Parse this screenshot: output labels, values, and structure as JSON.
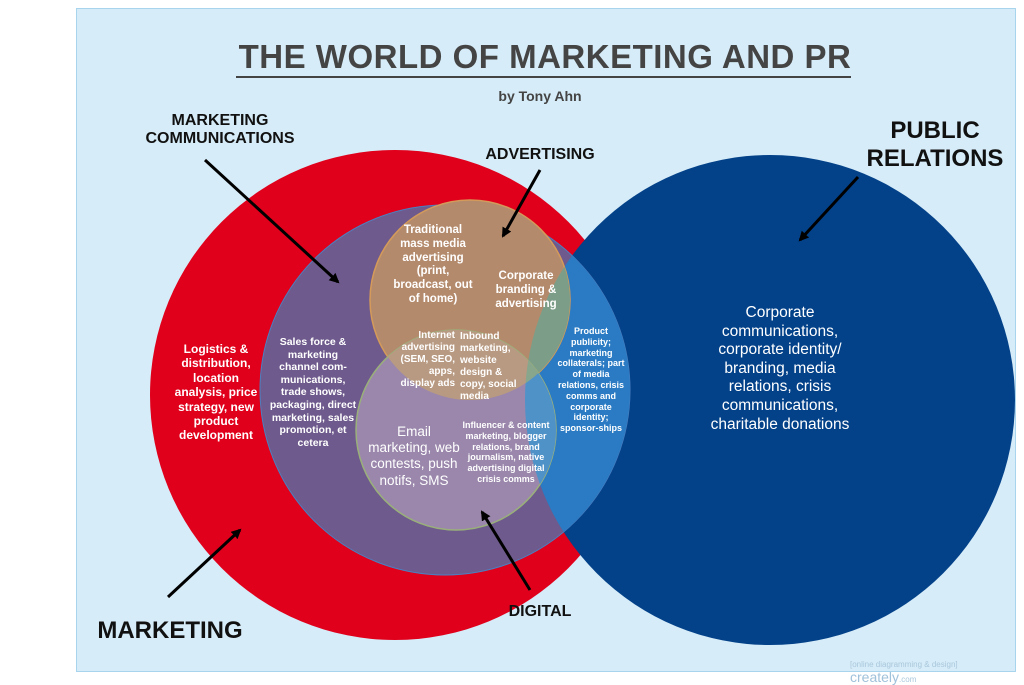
{
  "title": "THE WORLD OF MARKETING AND PR",
  "byline": "by Tony Ahn",
  "labels": {
    "marketing_communications": "MARKETING\nCOMMUNICATIONS",
    "advertising": "ADVERTISING",
    "public_relations": "PUBLIC\nRELATIONS",
    "marketing": "MARKETING",
    "digital": "DIGITAL"
  },
  "regions": {
    "marketing": "Logistics & distribution, location analysis, price strategy, new product development",
    "public_relations": "Corporate communications, corporate identity/ branding, media relations, crisis communications, charitable donations",
    "marketing_communications": "Sales force & marketing channel com-munications, trade shows, packaging, direct marketing, sales promotion, et cetera",
    "traditional_advertising": "Traditional mass media advertising (print, broadcast, out of home)",
    "corporate_branding": "Corporate branding & advertising",
    "internet_advertising": "Internet advertising (SEM, SEO, apps, display ads",
    "inbound_marketing": "Inbound marketing, website design & copy, social media",
    "product_publicity": "Product publicity; marketing collaterals; part of media relations, crisis comms and corporate identity; sponsor-ships",
    "email_marketing": "Email marketing, web contests, push notifs, SMS",
    "influencer": "Influencer & content marketing, blogger relations, brand journalism, native advertising digital crisis comms"
  },
  "watermark": {
    "prefix": "[online diagramming & design]",
    "brand": "creately",
    "suffix": ".com"
  },
  "colors": {
    "marketing": "#e0001b",
    "public_relations": "#034189",
    "marketing_communications": "#6e5a8c",
    "mc_pr_overlap": "#2a7bc3",
    "advertising": "#b48a6c",
    "digital": "#9a87ab"
  }
}
